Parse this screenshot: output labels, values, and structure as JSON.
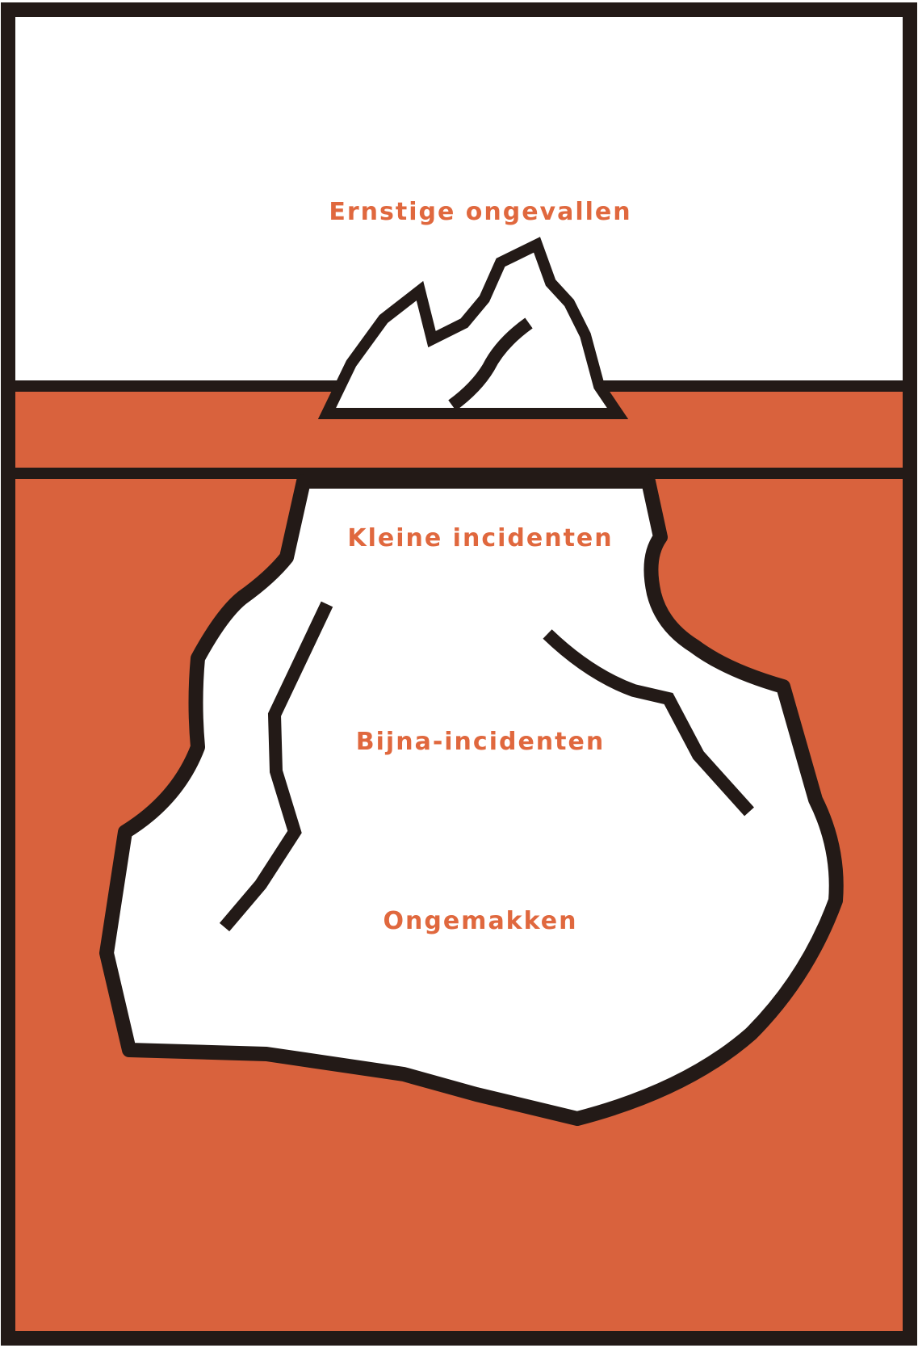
{
  "colors": {
    "sea": "#d9623d",
    "ice": "#ffffff",
    "outline": "#231a17",
    "label": "#e0683e",
    "sky": "#ffffff"
  },
  "labels": {
    "tip": "Ernstige ongevallen",
    "small_incidents": "Kleine incidenten",
    "near_misses": "Bijna-incidenten",
    "inconveniences": "Ongemakken"
  }
}
